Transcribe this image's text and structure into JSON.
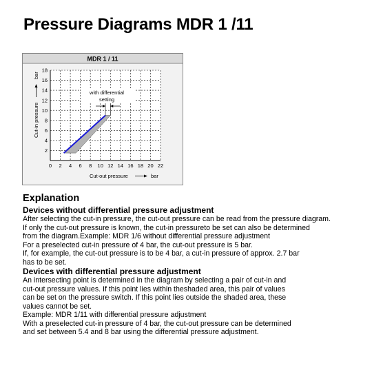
{
  "title": "Pressure Diagrams MDR 1 /11",
  "chart_data": {
    "type": "line",
    "title": "MDR 1 / 11",
    "xlabel": "Cut-out pressure",
    "xunit": "bar",
    "ylabel": "Cut-in pressure",
    "yunit": "bar",
    "xlim": [
      0,
      22
    ],
    "ylim": [
      0,
      18
    ],
    "x_ticks": [
      "0",
      "2",
      "4",
      "6",
      "8",
      "10",
      "12",
      "14",
      "16",
      "18",
      "20",
      "22"
    ],
    "y_ticks": [
      "2",
      "4",
      "6",
      "8",
      "10",
      "12",
      "14",
      "16",
      "18"
    ],
    "grid": true,
    "annotation": [
      "with differential",
      "setting"
    ],
    "series": [
      {
        "values": [
          [
            2.7,
            1.5
          ],
          [
            11.0,
            9.0
          ]
        ],
        "color": "#1a1ad6"
      }
    ],
    "shaded_area": [
      [
        2.7,
        1.5
      ],
      [
        11.0,
        9.0
      ],
      [
        12.0,
        9.0
      ],
      [
        5.1,
        1.5
      ]
    ],
    "shade_color": "#b3b3b3"
  },
  "explanation": {
    "heading": "Explanation",
    "sections": [
      {
        "heading": "Devices without differential pressure adjustment",
        "lines": [
          "After selecting the cut-in pressure, the cut-out pressure can be read from the pressure diagram.",
          "If only the cut-out pressure is known, the cut-in pressureto be set can also be determined",
          "from the diagram.Example: MDR 1/6 without differential pressure adjustment",
          "For a preselected cut-in pressure of 4 bar, the cut-out pressure is 5 bar.",
          "If, for example, the cut-out pressure is to be 4 bar, a cut-in pressure of approx. 2.7 bar",
          "has to be set."
        ]
      },
      {
        "heading": "Devices with differential pressure adjustment",
        "lines": [
          "An intersecting point is determined in the diagram by selecting a pair of cut-in and",
          "cut-out pressure values. If this point lies within theshaded area, this pair of values",
          "can be set on the pressure switch. If this point lies outside the shaded area, these",
          "values cannot be set.",
          "Example: MDR 1/11 with differential pressure adjustment",
          "With a preselected cut-in pressure of 4 bar, the cut-out pressure can be determined",
          "and set between 5.4 and 8 bar using the differential pressure adjustment."
        ]
      }
    ]
  }
}
